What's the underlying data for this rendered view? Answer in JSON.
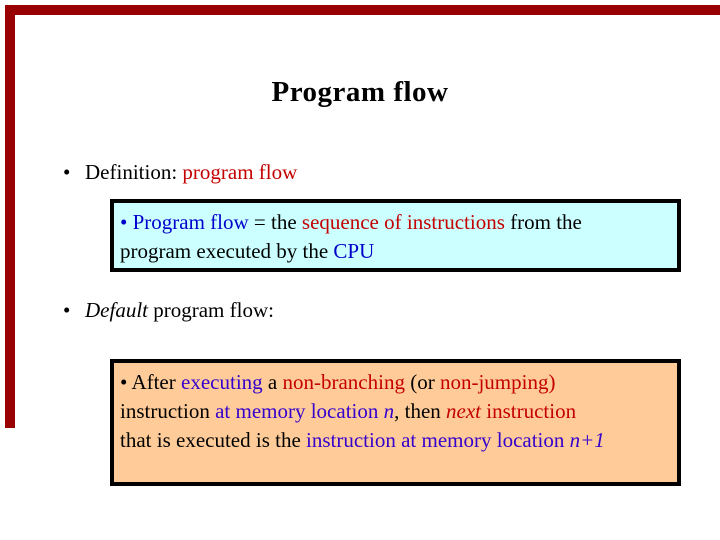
{
  "page": {
    "background": "#FFFFFF",
    "accent_border_color": "#990000"
  },
  "colors": {
    "black": "#000000",
    "red": "#C40000",
    "blue": "#0000CC",
    "indigo": "#3300CC"
  },
  "title": "Program flow",
  "bullets": [
    {
      "marker": "•",
      "segments": [
        {
          "text": "Definition: ",
          "color": "black"
        },
        {
          "text": "program flow",
          "color": "red"
        }
      ]
    },
    {
      "marker": "•",
      "segments": [
        {
          "text": "Default",
          "color": "black",
          "italic": true
        },
        {
          "text": " program flow:",
          "color": "black"
        }
      ]
    }
  ],
  "boxes": [
    {
      "label": "definition-box",
      "fill": "#CCFFFF",
      "lines": [
        [
          {
            "text": "• Program flow",
            "color": "blue"
          },
          {
            "text": " = the ",
            "color": "black"
          },
          {
            "text": "sequence of instructions",
            "color": "red"
          },
          {
            "text": " from the",
            "color": "black"
          }
        ],
        [
          {
            "text": "program executed by the ",
            "color": "black"
          },
          {
            "text": "CPU",
            "color": "blue"
          }
        ]
      ]
    },
    {
      "label": "default-flow-box",
      "fill": "#FFCC99",
      "lines": [
        [
          {
            "text": "• After ",
            "color": "black"
          },
          {
            "text": "executing",
            "color": "indigo"
          },
          {
            "text": " a ",
            "color": "black"
          },
          {
            "text": "non-branching",
            "color": "red"
          },
          {
            "text": " (or ",
            "color": "black"
          },
          {
            "text": "non-jumping)",
            "color": "red"
          }
        ],
        [
          {
            "text": "instruction ",
            "color": "black"
          },
          {
            "text": "at memory location ",
            "color": "indigo"
          },
          {
            "text": "n",
            "color": "indigo",
            "italic": true
          },
          {
            "text": ", then ",
            "color": "black"
          },
          {
            "text": "next",
            "color": "red",
            "italic": true
          },
          {
            "text": " instruction",
            "color": "red"
          }
        ],
        [
          {
            "text": "that is executed is the ",
            "color": "black"
          },
          {
            "text": "instruction at memory location ",
            "color": "indigo"
          },
          {
            "text": "n+1",
            "color": "indigo",
            "italic": true
          }
        ]
      ]
    }
  ]
}
